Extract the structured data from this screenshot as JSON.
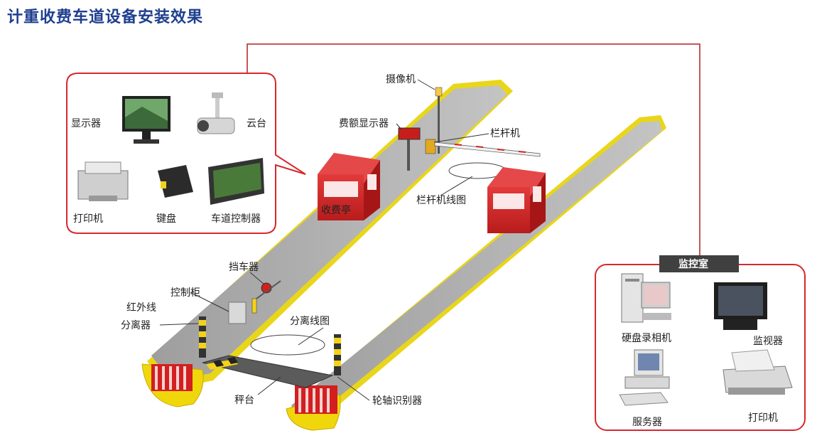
{
  "title": "计重收费车道设备安装效果",
  "equipment_box": {
    "display": "显示器",
    "ptz": "云台",
    "printer": "打印机",
    "keyboard": "键盘",
    "lane_controller": "车道控制器"
  },
  "lane": {
    "camera": "摄像机",
    "fee_display": "费额显示器",
    "barrier_gate": "栏杆机",
    "booth_label": "收费亭",
    "barrier_loop": "栏杆机线图",
    "stopper": "挡车器",
    "control_cabinet": "控制柜",
    "infrared_line1": "红外线",
    "infrared_line2": "分离器",
    "separator_loop": "分离线图",
    "scale_platform": "秤台",
    "axle_detector": "轮轴识别器"
  },
  "monitor_room": {
    "header": "监控室",
    "dvr": "硬盘录相机",
    "monitor": "监视器",
    "server": "服务器",
    "printer": "打印机"
  },
  "colors": {
    "title": "#1f3f8f",
    "frame": "#d8282d",
    "booth": "#d8282d",
    "lane": "#a9a9a9",
    "edge": "#f1d90a"
  }
}
